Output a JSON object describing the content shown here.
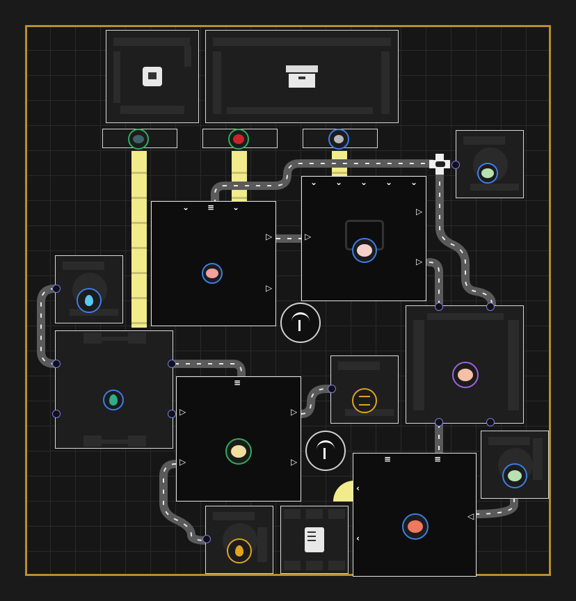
{
  "colors": {
    "border_gold": "#b8902a",
    "belt_yellow": "#f2eb8c",
    "frame_white": "#e6e6e6",
    "icon_ring_blue": "#3c7ee6",
    "icon_ring_green": "#2fae5b",
    "icon_ring_purple": "#a063e0",
    "icon_ring_orange": "#e0a420"
  },
  "storage": [
    {
      "name": "storage-small",
      "icon": "storage-box-icon"
    },
    {
      "name": "storage-large",
      "icon": "storage-chest-icon"
    }
  ],
  "outputs": [
    {
      "item": "dark-crystal-icon",
      "ring": "green"
    },
    {
      "item": "red-gem-icon",
      "ring": "green"
    },
    {
      "item": "gray-ore-icon",
      "ring": "blue"
    }
  ],
  "machines": [
    {
      "name": "extractor-water",
      "item": "water-drop-icon",
      "ring": "blue"
    },
    {
      "name": "refiner-green",
      "item": "green-drop-icon",
      "ring": "blue"
    },
    {
      "name": "smelter-pink",
      "item": "pink-ore-icon",
      "ring": "blue"
    },
    {
      "name": "assembler-peach",
      "item": "peach-crystal-icon",
      "ring": "blue"
    },
    {
      "name": "extractor-mint-top",
      "item": "mint-crystal-icon",
      "ring": "blue"
    },
    {
      "name": "purifier-peach",
      "item": "peach-ore-icon",
      "ring": "purple"
    },
    {
      "name": "fan-vent",
      "item": "wind-icon",
      "ring": "orange"
    },
    {
      "name": "crusher-gold",
      "item": "gold-ore-icon",
      "ring": "green"
    },
    {
      "name": "extractor-oil",
      "item": "oil-drop-icon",
      "ring": "blue"
    },
    {
      "name": "printer",
      "item": "printer-icon",
      "ring": "none"
    },
    {
      "name": "forge-coral",
      "item": "coral-ore-icon",
      "ring": "blue"
    },
    {
      "name": "extractor-mint-bottom",
      "item": "mint-crystal-icon",
      "ring": "blue"
    }
  ],
  "hubs": [
    {
      "name": "antenna-hub-1",
      "icon": "antenna-icon"
    },
    {
      "name": "antenna-hub-2",
      "icon": "antenna-icon"
    }
  ],
  "drone": {
    "icon": "drone-icon"
  }
}
